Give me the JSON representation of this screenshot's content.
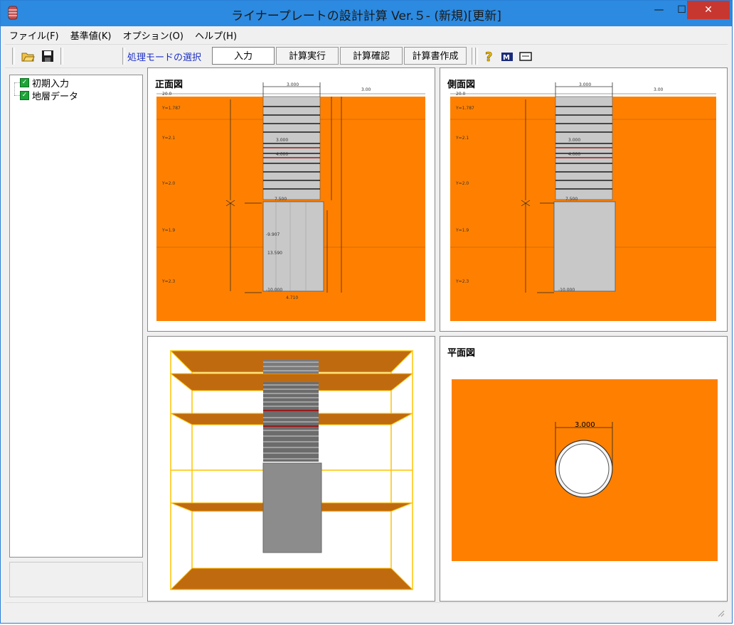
{
  "window": {
    "title": "ライナープレートの設計計算 Ver.５- (新規)[更新]",
    "minimize": "—",
    "maximize": "☐",
    "close": "✕"
  },
  "menu": [
    {
      "label": "ファイル(F)"
    },
    {
      "label": "基準値(K)"
    },
    {
      "label": "オプション(O)"
    },
    {
      "label": "ヘルプ(H)"
    }
  ],
  "toolbar": {
    "mode_label": "処理モードの選択",
    "buttons": [
      "入力",
      "計算実行",
      "計算確認",
      "計算書作成"
    ]
  },
  "tree": {
    "items": [
      "初期入力",
      "地層データ"
    ]
  },
  "panels": {
    "front": {
      "title": "正面図"
    },
    "side": {
      "title": "側面図"
    },
    "plan": {
      "title": "平面図",
      "diameter_label": "3.000"
    }
  },
  "colors": {
    "soil": "#ff8000",
    "casing": "#c0c0c0",
    "ring": "#303030",
    "accent_ring": "#9a1a1a",
    "titlebar": "#2c8ae0",
    "close": "#c7372f"
  },
  "icons": [
    "open-folder-icon",
    "save-disk-icon",
    "help-question-icon",
    "info-icon",
    "window-icon"
  ]
}
